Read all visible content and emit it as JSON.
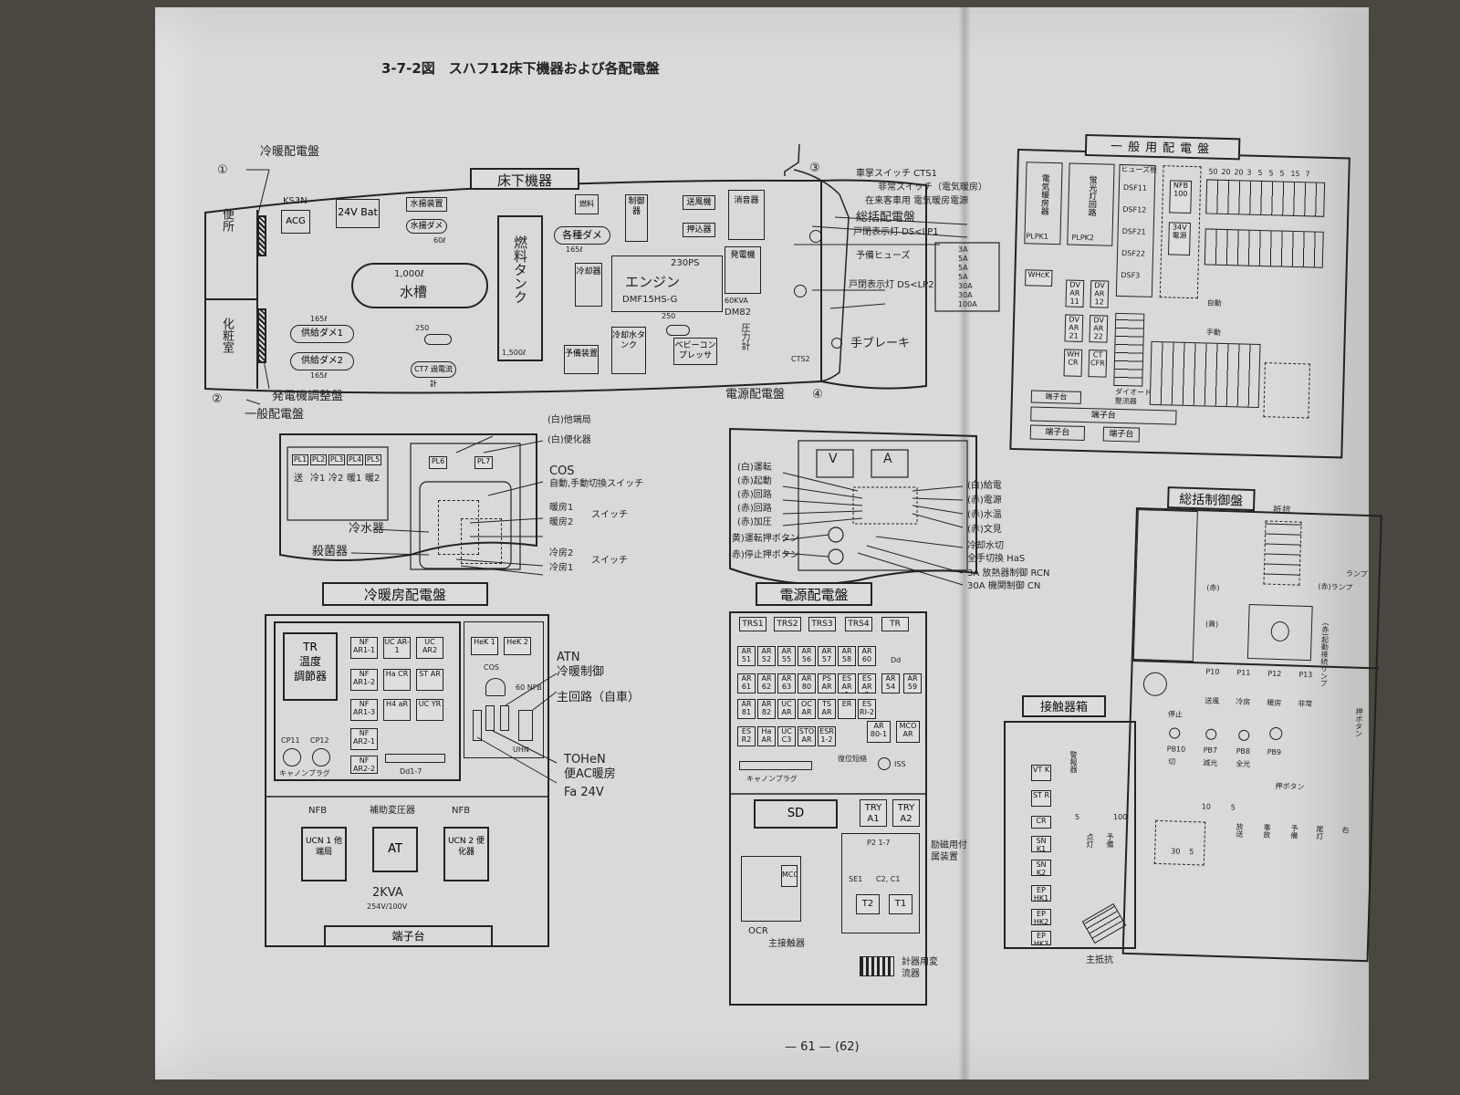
{
  "page_title": "3-7-2図　スハフ12床下機器および各配電盤",
  "page_number": "— 61 — (62)",
  "underfloor": {
    "title": "床下機器",
    "left_labels": [
      "冷暖配電盤",
      "発電機調整盤",
      "一般配電盤"
    ],
    "rooms": [
      "便所",
      "化粧室"
    ],
    "equipment": [
      "KS3N",
      "ACG",
      "24V Bat",
      "水揚装置",
      "水揚ダメ",
      "60ℓ",
      "1,000ℓ",
      "水槽",
      "燃料タンク",
      "1,500ℓ",
      "各種ダメ",
      "165ℓ",
      "230PS",
      "エンジン",
      "DMF15HS-G",
      "冷却器",
      "発電機",
      "60KVA",
      "DM82",
      "圧力計",
      "供給ダメ1",
      "供給ダメ2",
      "165ℓ",
      "165ℓ",
      "250",
      "250",
      "CT7 過電流計",
      "予備装置",
      "冷却水タンク",
      "ベビーコンプレッサ",
      "制御器",
      "送風機",
      "消音器",
      "押込器",
      "燃料"
    ],
    "right_callouts": [
      "車掌スイッチ CTS1",
      "非常スイッチ（電気暖房）",
      "在来客車用 電気暖房電源",
      "総括配電盤",
      "戸閉表示灯 DS<LP1",
      "予備ヒューズ",
      "戸閉表示灯 DS<LP2",
      "手ブレーキ",
      "電源配電盤",
      "CTS2"
    ],
    "fuse_list": [
      "3A",
      "5A",
      "5A",
      "5A",
      "30A",
      "30A",
      "100A"
    ],
    "markers": [
      "①",
      "②",
      "③",
      "④"
    ]
  },
  "panel_small": {
    "labels": [
      "(白)他端局",
      "(白)便化器",
      "COS",
      "自動,手動切換スイッチ",
      "暖房1",
      "暖房2",
      "スイッチ",
      "冷水器",
      "殺菌器",
      "冷房2",
      "冷房1",
      "スイッチ"
    ],
    "lamps": [
      "PL1",
      "PL2",
      "PL3",
      "PL4",
      "PL5",
      "PL6",
      "PL7"
    ],
    "lamp_names": [
      "送",
      "冷1",
      "冷2",
      "暖1",
      "暖2"
    ]
  },
  "panel_heat": {
    "title": "冷暖房配電盤",
    "left_unit": [
      "TR",
      "温度",
      "調節器"
    ],
    "breakers": [
      "NF AR1-1",
      "UC AR-1",
      "UC AR2",
      "HeK 1",
      "HeK 2",
      "NF AR1-2",
      "Ha CR",
      "ST AR",
      "NF AR1-3",
      "H4 aR",
      "UC YR",
      "NF AR2-1",
      "NF AR2-2"
    ],
    "other": [
      "CP11",
      "CP12",
      "キャノンプラグ",
      "Dd1-7",
      "COS",
      "60 NFB",
      "UHN"
    ],
    "callouts": [
      "ATN",
      "冷暖制御",
      "主回路（自車）",
      "TOHeN",
      "便AC暖房",
      "Fa 24V"
    ],
    "lower": [
      "NFB",
      "補助変圧器",
      "NFB",
      "UCN 1 他端局",
      "AT",
      "UCN 2 便化器",
      "2KVA",
      "254V/100V",
      "端子台"
    ]
  },
  "panel_power": {
    "title": "電源配電盤",
    "top_labels": [
      "(白)運転",
      "(赤)起動",
      "(赤)回路",
      "(赤)回路",
      "(赤)加圧",
      "(黄)運転押ボタン",
      "(赤)停止押ボタン"
    ],
    "right_labels": [
      "(白)給電",
      "(赤)電源",
      "(赤)水温",
      "(赤)文見",
      "冷却水切",
      "全手切換 HaS",
      "3A 放熱器制御 RCN",
      "30A 機関制御 CN"
    ],
    "meters": [
      "V",
      "A"
    ],
    "trs": [
      "TRS1",
      "TRS2",
      "TRS3",
      "TRS4",
      "TR"
    ],
    "relays": [
      "AR 51",
      "AR 52",
      "AR 55",
      "AR 56",
      "AR 57",
      "AR 58",
      "AR 60",
      "Dd",
      "AR 61",
      "AR 62",
      "AR 63",
      "AR 80",
      "PS AR",
      "ES AR 1",
      "ES AR 3",
      "AR 54",
      "AR 59",
      "AR 81",
      "AR 82",
      "UC AR",
      "OC AR",
      "TS AR",
      "ER",
      "ES RI-2",
      "ES R2",
      "Ha AR",
      "UC C3",
      "STO AR",
      "ESR 1-2",
      "AR 80-1",
      "MCO AR"
    ],
    "lower": [
      "キャノンプラグ",
      "復位短絡",
      "ISS",
      "SD",
      "TRY A1",
      "TRY A2",
      "P2 1-7",
      "SE1",
      "C2, C1",
      "T2",
      "T1",
      "励磁用付属装置",
      "MCO",
      "OCR",
      "主接触器",
      "計器用変流器"
    ]
  },
  "panel_general": {
    "title": "一般用配電盤",
    "items": [
      "電気暖房器",
      "蛍光灯回路",
      "PLPK1",
      "PLPK2",
      "ヒューズ板",
      "DSF11",
      "DSF12",
      "DSF21",
      "DSF22",
      "DSF3",
      "NFB 100",
      "34V 電源",
      "50",
      "20",
      "20",
      "3",
      "5",
      "5",
      "5",
      "15",
      "7",
      "WHcK",
      "DV AR 11",
      "DV AR 12",
      "DV AR 21",
      "DV AR 22",
      "WH CR",
      "CT CFR",
      "ダイオード",
      "整流器",
      "自動",
      "手動",
      "端子台",
      "端子台",
      "端子台",
      "端子台"
    ]
  },
  "panel_master": {
    "title": "総括制御盤",
    "items": [
      "抵抗",
      "(赤)ランプ",
      "(赤)起動接続リンプ",
      "P10",
      "P11",
      "P12",
      "P13",
      "停止",
      "送風",
      "冷房",
      "暖房",
      "非常",
      "PB10",
      "PB7",
      "PB8",
      "PB9",
      "切",
      "減光",
      "全光",
      "押ボタン",
      "押ボタン",
      "10",
      "5",
      "30",
      "5",
      "放送",
      "事故",
      "予備",
      "尾灯",
      "右",
      "ランプ",
      "(赤)",
      "(黄)"
    ]
  },
  "panel_contactor": {
    "title": "接触器箱",
    "items": [
      "VT K",
      "ST R",
      "CR",
      "SN K1",
      "SN K2",
      "EP HK1",
      "EP HK2",
      "EP HK3",
      "5",
      "100",
      "主抵抗",
      "警報器",
      "点灯",
      "予備"
    ]
  }
}
